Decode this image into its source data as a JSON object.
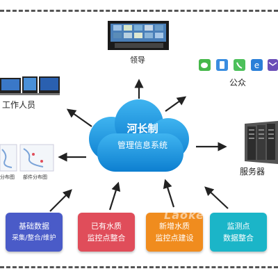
{
  "cloud": {
    "title": "河长制",
    "subtitle": "管理信息系统"
  },
  "nodes": {
    "leaders": "领导",
    "workers": "工作人员",
    "public": "公众",
    "servers": "服务器",
    "map_left": "分布图",
    "map_right": "部件分布图"
  },
  "boxes": [
    {
      "line1": "基础数据",
      "line2": "采集/整合/维护",
      "color": "#4a5bc8"
    },
    {
      "line1": "已有水质",
      "line2": "监控点整合",
      "color": "#e04d5a"
    },
    {
      "line1": "新增水质",
      "line2": "监控点建设",
      "color": "#f08c1e"
    },
    {
      "line1": "监测点",
      "line2": "数据整合",
      "color": "#1bb5c8"
    }
  ],
  "public_icons": [
    "wechat-icon",
    "phone-icon",
    "call-icon",
    "browser-icon",
    "mail-icon"
  ],
  "watermark": "Laoke"
}
